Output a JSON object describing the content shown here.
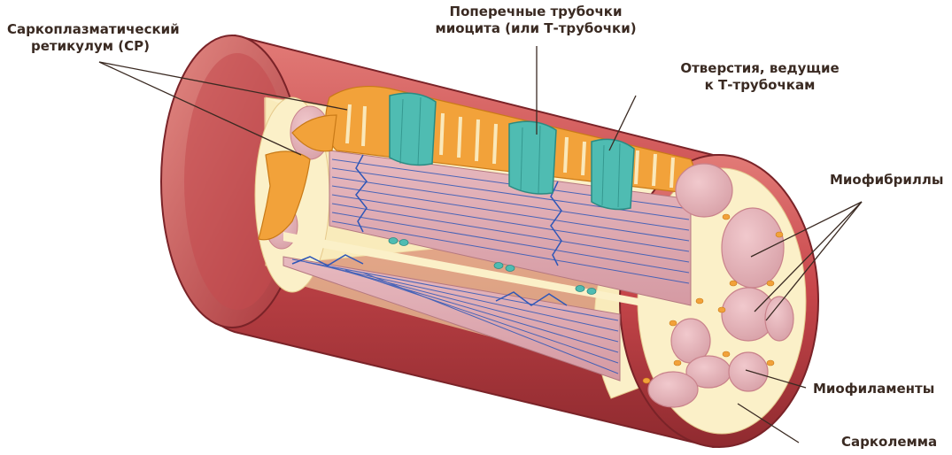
{
  "labels": {
    "sr": [
      "Саркоплазматический",
      "ретикулум (СР)"
    ],
    "ttubules": [
      "Поперечные трубочки",
      "миоцита (или Т-трубочки)"
    ],
    "openings": [
      "Отверстия, ведущие",
      "к Т-трубочкам"
    ],
    "myofibrils": "Миофибриллы",
    "myofilaments": "Миофиламенты",
    "sarcolemma": "Сарколемма"
  },
  "colors": {
    "sarcolemma": "#b23a3f",
    "sarcolemma_light": "#d66a66",
    "cytoplasm": "#fbf0c8",
    "myofibril": "#dba6ad",
    "sr": "#f2a23a",
    "t_tubule": "#4fbcb2",
    "myofilament_line": "#2e57b8",
    "label": "#3a2a22"
  }
}
